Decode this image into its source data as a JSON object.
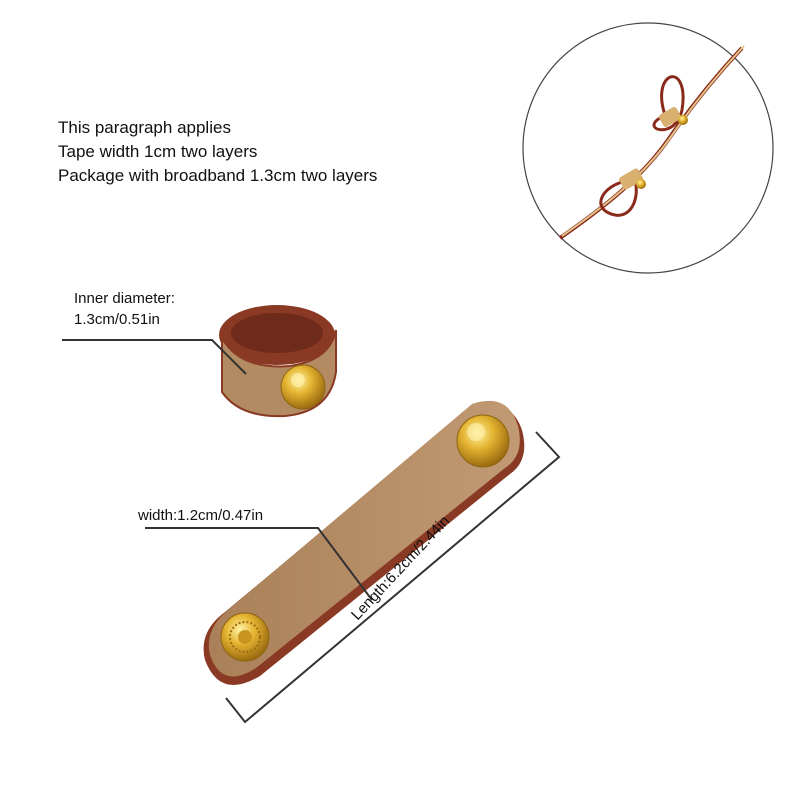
{
  "intro": {
    "line1": "This paragraph applies",
    "line2": "Tape width 1cm two layers",
    "line3": "Package with broadband 1.3cm two layers"
  },
  "ring_label": {
    "line1": "Inner diameter:",
    "line2": "1.3cm/0.51in"
  },
  "width_label": "width:1.2cm/0.47in",
  "length_label": "Length:6.2cm/2.44in",
  "colors": {
    "leather": "#b38b63",
    "leather_edge": "#8a3a24",
    "brass": "#d8a82a",
    "line": "#333333"
  }
}
